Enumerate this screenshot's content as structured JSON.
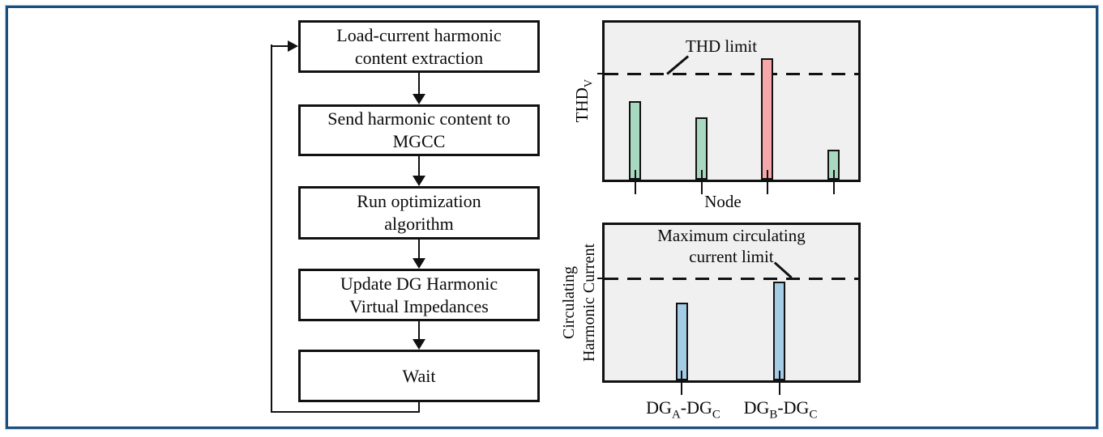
{
  "flowchart": {
    "steps": [
      {
        "label": "Load-current harmonic\ncontent extraction"
      },
      {
        "label": "Send harmonic content to\nMGCC"
      },
      {
        "label": "Run optimization\nalgorithm"
      },
      {
        "label": "Update DG Harmonic\nVirtual Impedances"
      },
      {
        "label": "Wait"
      }
    ]
  },
  "chart_data": [
    {
      "type": "bar",
      "title": "",
      "xlabel": "Node",
      "ylabel": "THD_V",
      "ylabel_main": "THD",
      "ylabel_sub": "V",
      "limit_label": "THD limit",
      "ylim": [
        0,
        1
      ],
      "grid": false,
      "legend": false,
      "limit_value_rel": 0.675,
      "categories": [
        "",
        "",
        "",
        ""
      ],
      "bars": [
        {
          "name": "node-1",
          "x_frac": 0.121,
          "value_rel": 0.5,
          "color": "#a9d8c1"
        },
        {
          "name": "node-2",
          "x_frac": 0.383,
          "value_rel": 0.397,
          "color": "#a9d8c1"
        },
        {
          "name": "node-3",
          "x_frac": 0.642,
          "value_rel": 0.773,
          "color": "#f5a7a9"
        },
        {
          "name": "node-4",
          "x_frac": 0.904,
          "value_rel": 0.19,
          "color": "#a9d8c1"
        }
      ],
      "note": "bar exceeding dashed THD limit is red; axis has unlabeled ticks only"
    },
    {
      "type": "bar",
      "title": "",
      "xlabel": "",
      "ylabel": "Circulating Harmonic Current",
      "ylabel_line1": "Circulating",
      "ylabel_line2": "Harmonic Current",
      "limit_label_line1": "Maximum circulating",
      "limit_label_line2": "current limit",
      "ylim": [
        0,
        1
      ],
      "grid": false,
      "legend": false,
      "limit_value_rel": 0.656,
      "categories": [
        "DG_A-DG_C",
        "DG_B-DG_C"
      ],
      "bars": [
        {
          "name": "DGA-DGC",
          "x_frac": 0.304,
          "value_rel": 0.5,
          "color": "#a5cce5",
          "label_parts": [
            "DG",
            "A",
            "-DG",
            "C"
          ]
        },
        {
          "name": "DGB-DGC",
          "x_frac": 0.69,
          "value_rel": 0.635,
          "color": "#a5cce5",
          "label_parts": [
            "DG",
            "B",
            "-DG",
            "C"
          ]
        }
      ]
    }
  ],
  "colors": {
    "frame": "#1b4e79",
    "frame_outer": "#a9c6e0",
    "plot_background": "#f0f0f1",
    "bar_green": "#a9d8c1",
    "bar_red": "#f5a7a9",
    "bar_blue": "#a5cce5",
    "line": "#111111"
  }
}
